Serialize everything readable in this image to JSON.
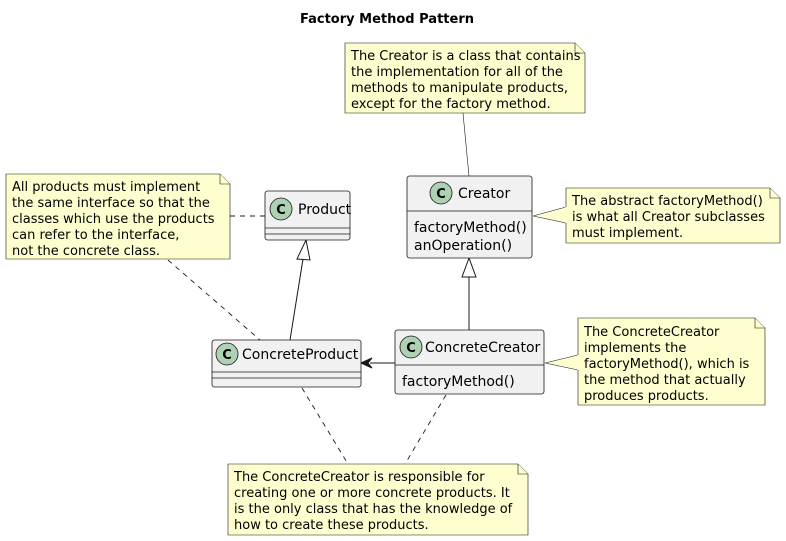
{
  "diagram": {
    "title": "Factory Method Pattern",
    "badge_letter": "C",
    "classes": {
      "product": {
        "name": "Product"
      },
      "creator": {
        "name": "Creator",
        "ops": [
          "factoryMethod()",
          "anOperation()"
        ]
      },
      "concrete_product": {
        "name": "ConcreteProduct"
      },
      "concrete_creator": {
        "name": "ConcreteCreator",
        "ops": [
          "factoryMethod()"
        ]
      }
    },
    "notes": {
      "creator_top": [
        "The Creator is a class that contains",
        "the implementation for all of the",
        "methods to manipulate products,",
        "except for the factory method."
      ],
      "products_interface": [
        "All products must implement",
        "the same interface so that the",
        "classes which use the products",
        "can refer to the interface,",
        "not the concrete class."
      ],
      "abstract_factory": [
        "The abstract factoryMethod()",
        "is what all Creator subclasses",
        "must implement."
      ],
      "concrete_creator_impl": [
        "The ConcreteCreator",
        "implements the",
        "factoryMethod(), which is",
        "the method that actually",
        "produces products."
      ],
      "bottom": [
        "The ConcreteCreator is responsible for",
        "creating one or more concrete products. It",
        "is the only class that has the knowledge of",
        "how to create these products."
      ]
    }
  }
}
